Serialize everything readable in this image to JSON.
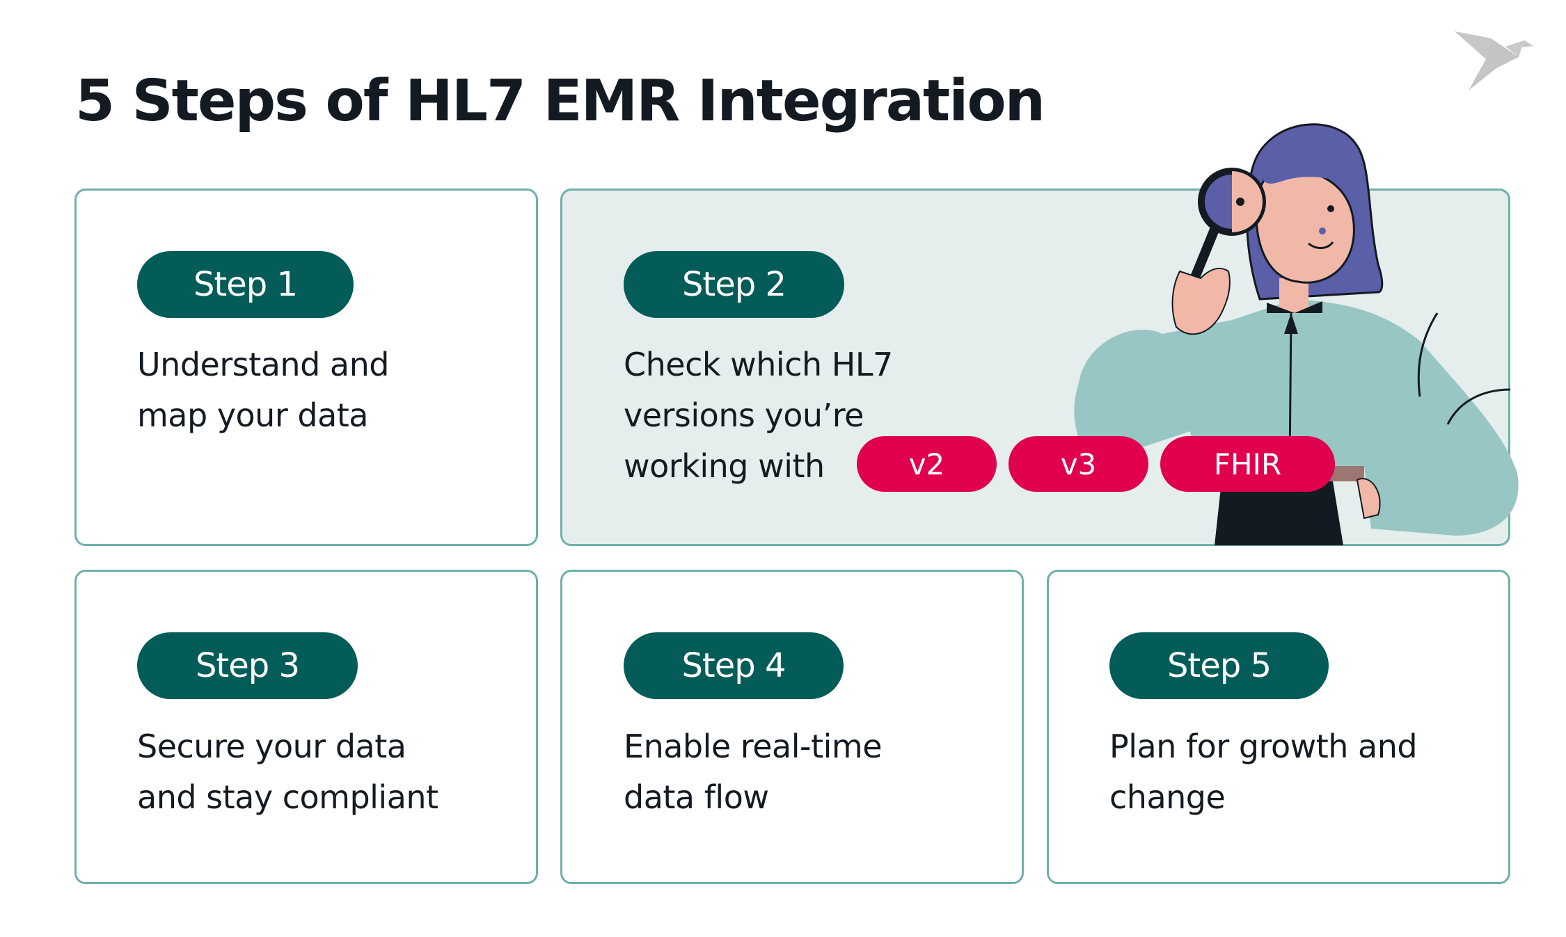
{
  "title": "5 Steps of HL7 EMR Integration",
  "logo": {
    "icon": "origami-bird-icon",
    "color": "#c6c7c8"
  },
  "colors": {
    "pill": "#035c58",
    "tag": "#e0004d",
    "border": "#6fb0aa",
    "tinted_bg": "#e5eeed",
    "text": "#131a21"
  },
  "steps": [
    {
      "label": "Step 1",
      "text": "Understand and\nmap your data"
    },
    {
      "label": "Step 2",
      "text": "Check which HL7\nversions you’re\nworking with"
    },
    {
      "label": "Step 3",
      "text": "Secure your data\nand stay compliant"
    },
    {
      "label": "Step 4",
      "text": "Enable real-time\ndata flow"
    },
    {
      "label": "Step 5",
      "text": "Plan for growth and\nchange"
    }
  ],
  "versions": [
    "v2",
    "v3",
    "FHIR"
  ],
  "illustration": {
    "icon": "woman-with-magnifying-glass-illustration"
  }
}
